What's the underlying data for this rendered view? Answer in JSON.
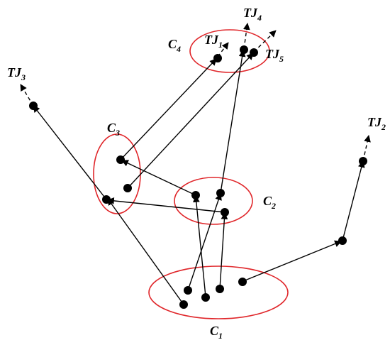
{
  "colors": {
    "cluster_outline": "#e0262a",
    "node": "#000000",
    "edge": "#000000"
  },
  "clusters": [
    {
      "id": "C1",
      "main": "C",
      "sub": "1"
    },
    {
      "id": "C2",
      "main": "C",
      "sub": "2"
    },
    {
      "id": "C3",
      "main": "C",
      "sub": "3"
    },
    {
      "id": "C4",
      "main": "C",
      "sub": "4"
    }
  ],
  "trajectories": [
    {
      "id": "TJ1",
      "main": "TJ",
      "sub": "1"
    },
    {
      "id": "TJ2",
      "main": "TJ",
      "sub": "2"
    },
    {
      "id": "TJ3",
      "main": "TJ",
      "sub": "3"
    },
    {
      "id": "TJ4",
      "main": "TJ",
      "sub": "4"
    },
    {
      "id": "TJ5",
      "main": "TJ",
      "sub": "5"
    }
  ]
}
